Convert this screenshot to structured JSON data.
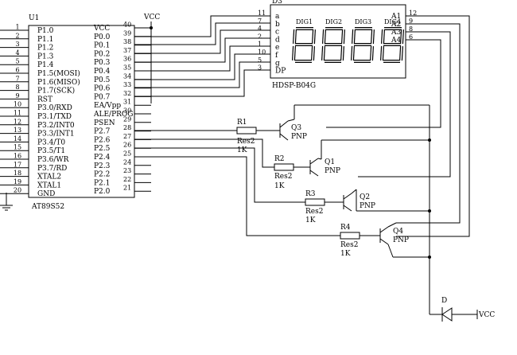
{
  "u1": {
    "ref": "U1",
    "part": "AT89S52",
    "vcc_net": "VCC",
    "left_pins": [
      {
        "num": "1",
        "name": "P1.0"
      },
      {
        "num": "2",
        "name": "P1.1"
      },
      {
        "num": "3",
        "name": "P1.2"
      },
      {
        "num": "4",
        "name": "P1.3"
      },
      {
        "num": "5",
        "name": "P1.4"
      },
      {
        "num": "6",
        "name": "P1.5(MOSI)"
      },
      {
        "num": "7",
        "name": "P1.6(MISO)"
      },
      {
        "num": "8",
        "name": "P1.7(SCK)"
      },
      {
        "num": "9",
        "name": "RST"
      },
      {
        "num": "10",
        "name": "P3.0/RXD"
      },
      {
        "num": "11",
        "name": "P3.1/TXD"
      },
      {
        "num": "12",
        "name": "P3.2/INT0"
      },
      {
        "num": "13",
        "name": "P3.3/INT1"
      },
      {
        "num": "14",
        "name": "P3.4/T0"
      },
      {
        "num": "15",
        "name": "P3.5/T1"
      },
      {
        "num": "16",
        "name": "P3.6/WR"
      },
      {
        "num": "17",
        "name": "P3.7/RD"
      },
      {
        "num": "18",
        "name": "XTAL2"
      },
      {
        "num": "19",
        "name": "XTAL1"
      },
      {
        "num": "20",
        "name": "GND"
      }
    ],
    "right_pins": [
      {
        "num": "40",
        "name": "VCC"
      },
      {
        "num": "39",
        "name": "P0.0"
      },
      {
        "num": "38",
        "name": "P0.1"
      },
      {
        "num": "37",
        "name": "P0.2"
      },
      {
        "num": "36",
        "name": "P0.3"
      },
      {
        "num": "35",
        "name": "P0.4"
      },
      {
        "num": "34",
        "name": "P0.5"
      },
      {
        "num": "33",
        "name": "P0.6"
      },
      {
        "num": "32",
        "name": "P0.7"
      },
      {
        "num": "31",
        "name": "EA/Vpp"
      },
      {
        "num": "30",
        "name": "ALE/PROG"
      },
      {
        "num": "29",
        "name": "PSEN"
      },
      {
        "num": "28",
        "name": "P2.7"
      },
      {
        "num": "27",
        "name": "P2.6"
      },
      {
        "num": "26",
        "name": "P2.5"
      },
      {
        "num": "25",
        "name": "P2.4"
      },
      {
        "num": "24",
        "name": "P2.3"
      },
      {
        "num": "23",
        "name": "P2.2"
      },
      {
        "num": "22",
        "name": "P2.1"
      },
      {
        "num": "21",
        "name": "P2.0"
      }
    ]
  },
  "display": {
    "ref": "D3",
    "part": "HDSP-B04G",
    "digits": [
      "DIG1",
      "DIG2",
      "DIG3",
      "DIG4"
    ],
    "seg_pins": [
      {
        "num": "11",
        "name": "a"
      },
      {
        "num": "7",
        "name": "b"
      },
      {
        "num": "4",
        "name": "c"
      },
      {
        "num": "2",
        "name": "d"
      },
      {
        "num": "1",
        "name": "e"
      },
      {
        "num": "10",
        "name": "f"
      },
      {
        "num": "5",
        "name": "g"
      },
      {
        "num": "3",
        "name": "DP"
      }
    ],
    "anode_pins": [
      {
        "num": "12",
        "name": "A1"
      },
      {
        "num": "9",
        "name": "A2"
      },
      {
        "num": "8",
        "name": "A3"
      },
      {
        "num": "6",
        "name": "A4"
      }
    ]
  },
  "resistors": [
    {
      "ref": "R1",
      "type": "Res2",
      "value": "1K"
    },
    {
      "ref": "R2",
      "type": "Res2",
      "value": "1K"
    },
    {
      "ref": "R3",
      "type": "Res2",
      "value": "1K"
    },
    {
      "ref": "R4",
      "type": "Res2",
      "value": "1K"
    }
  ],
  "transistors": [
    {
      "ref": "Q3",
      "type": "PNP"
    },
    {
      "ref": "Q1",
      "type": "PNP"
    },
    {
      "ref": "Q2",
      "type": "PNP"
    },
    {
      "ref": "Q4",
      "type": "PNP"
    }
  ],
  "diode": {
    "ref": "D",
    "net": "VCC"
  }
}
